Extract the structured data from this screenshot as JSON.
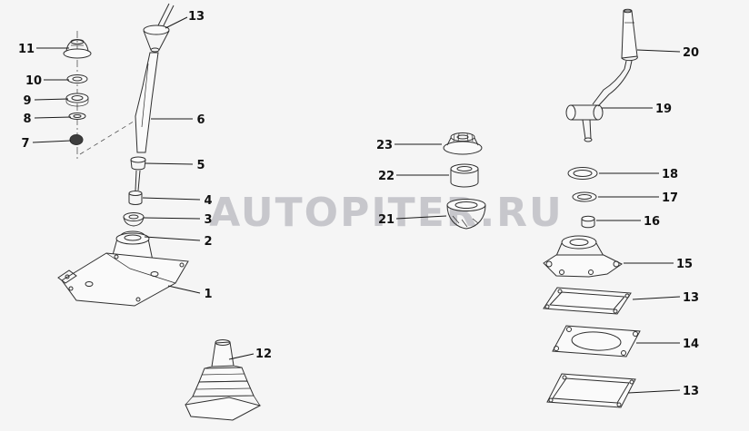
{
  "watermark": {
    "text": "AUTOPITER.RU"
  },
  "diagram": {
    "callouts": [
      {
        "label": "11"
      },
      {
        "label": "10"
      },
      {
        "label": "9"
      },
      {
        "label": "8"
      },
      {
        "label": "7"
      },
      {
        "label": "13"
      },
      {
        "label": "6"
      },
      {
        "label": "5"
      },
      {
        "label": "4"
      },
      {
        "label": "3"
      },
      {
        "label": "2"
      },
      {
        "label": "1"
      },
      {
        "label": "12"
      },
      {
        "label": "23"
      },
      {
        "label": "22"
      },
      {
        "label": "21"
      },
      {
        "label": "20"
      },
      {
        "label": "19"
      },
      {
        "label": "18"
      },
      {
        "label": "17"
      },
      {
        "label": "16"
      },
      {
        "label": "15"
      },
      {
        "label": "13"
      },
      {
        "label": "14"
      },
      {
        "label": "13"
      }
    ]
  }
}
